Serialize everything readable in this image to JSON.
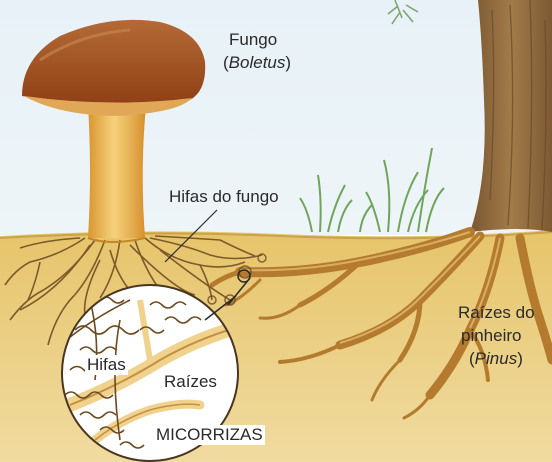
{
  "labels": {
    "fungo": "Fungo",
    "fungo_sci": "Boletus",
    "hifas_do_fungo": "Hifas do fungo",
    "raizes_do": "Raízes do",
    "pinheiro": "pinheiro",
    "pinheiro_sci": "Pinus",
    "hifas": "Hifas",
    "raizes": "Raízes",
    "micorrizas": "MICORRIZAS"
  },
  "colors": {
    "sky": "#e2eef5",
    "soil": "#e2c46c",
    "mushroom_cap": "#a8521e",
    "stipe": "#e9b54b",
    "roots": "#b97e32",
    "trunk": "#8f6a3c",
    "grass": "#6fa55b"
  }
}
